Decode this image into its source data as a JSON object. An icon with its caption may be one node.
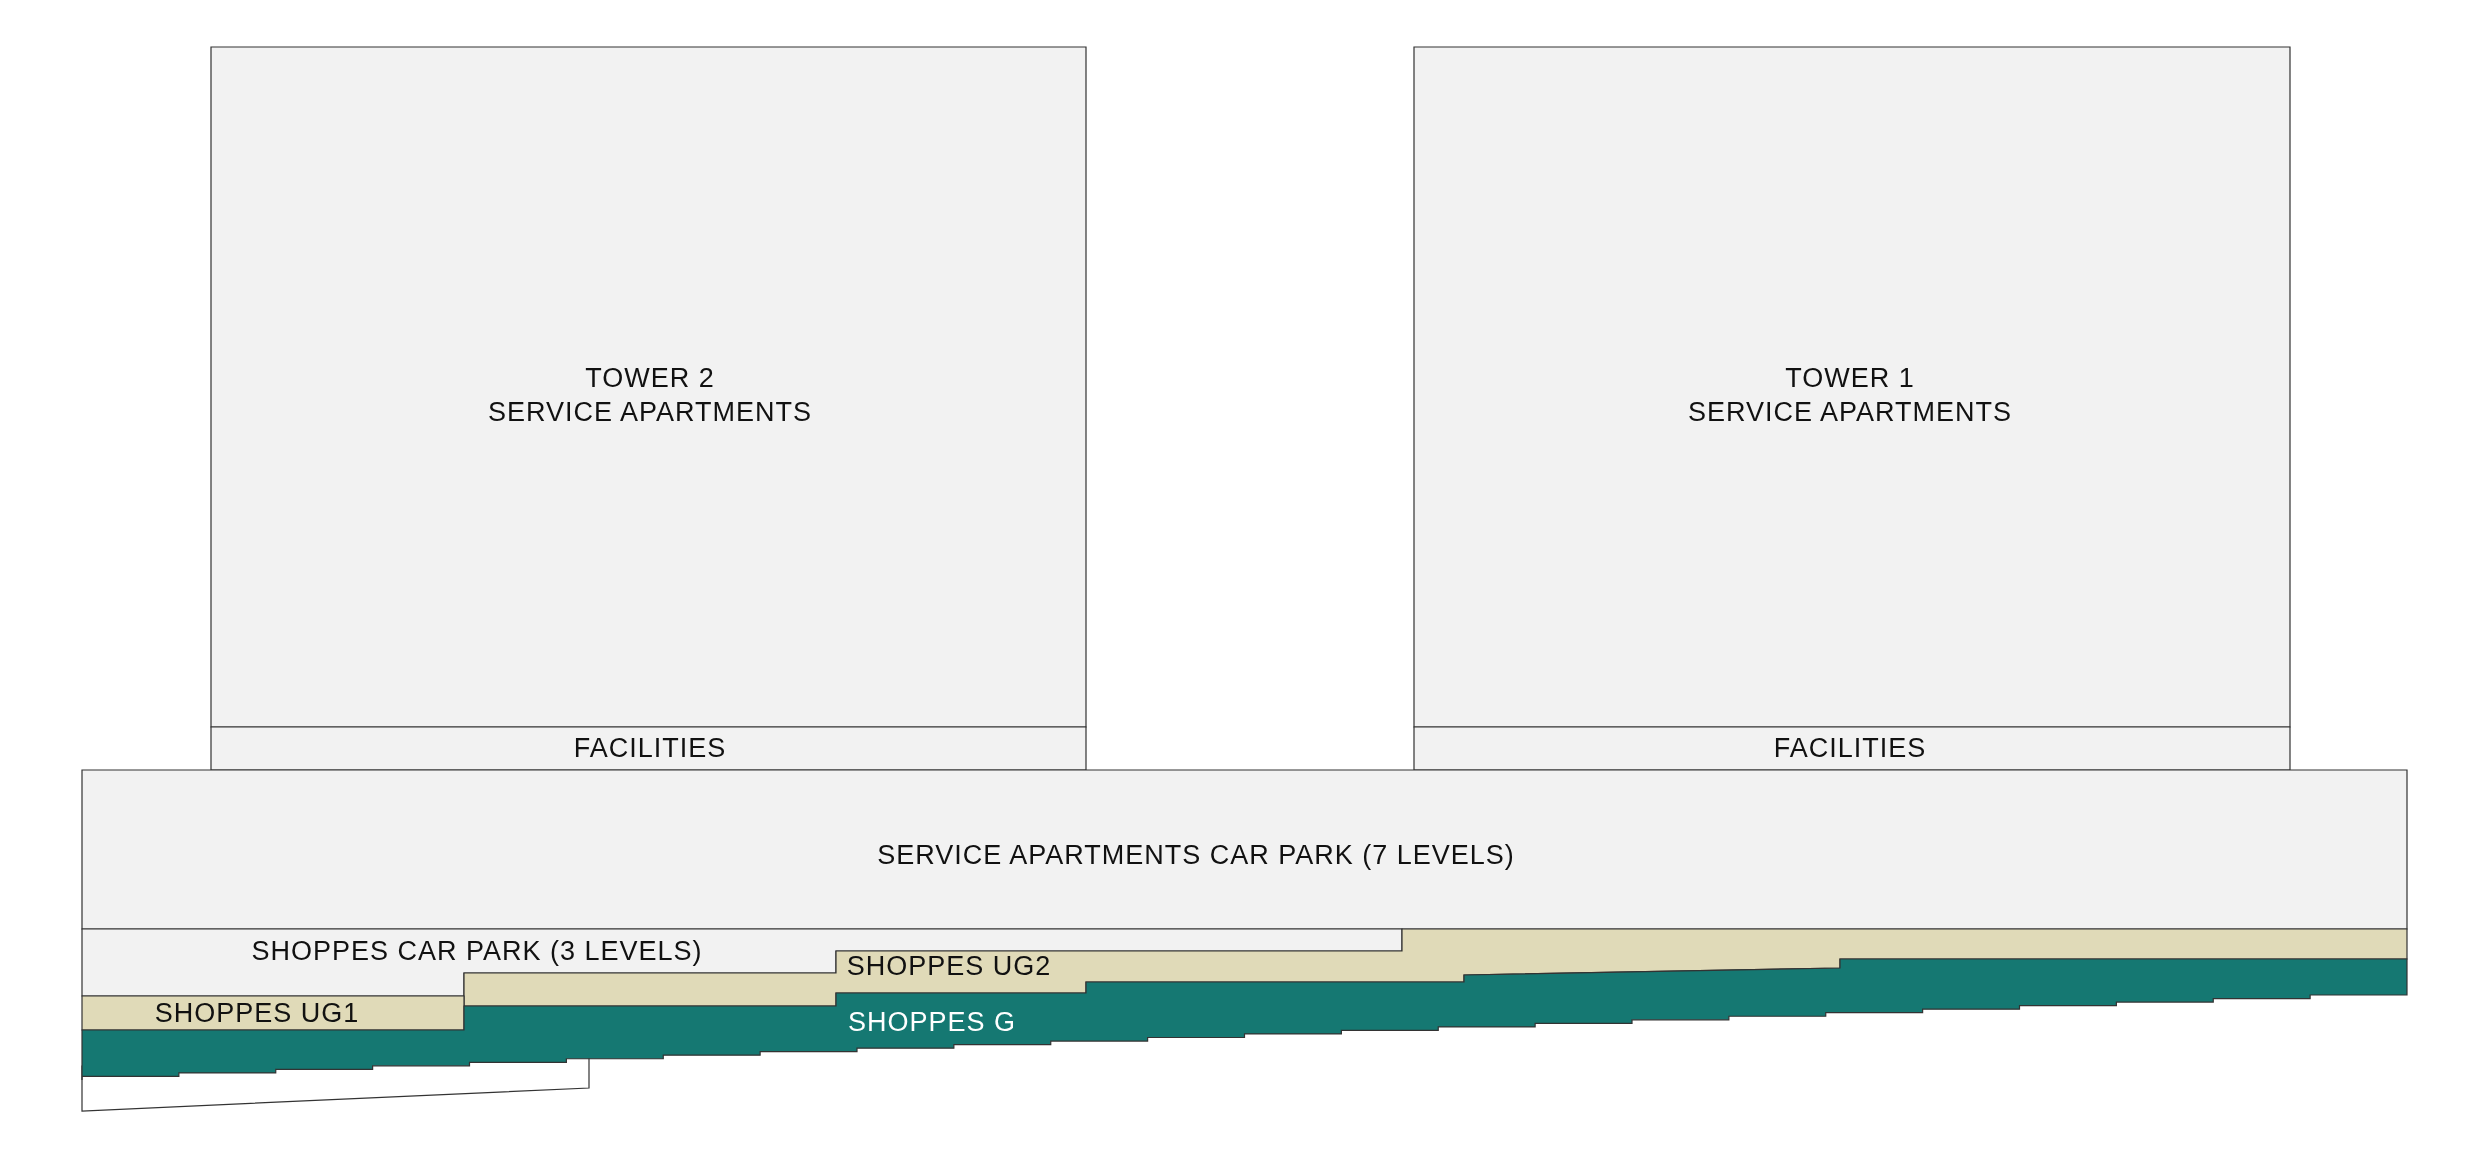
{
  "diagram": {
    "nodes": [
      {
        "text": [
          "TOWER 2",
          "SERVICE APARTMENTS"
        ]
      },
      {
        "text": [
          "FACILITIES"
        ]
      },
      {
        "text": [
          "TOWER 1",
          "SERVICE APARTMENTS"
        ]
      },
      {
        "text": [
          "FACILITIES"
        ]
      },
      {
        "text": [
          "SERVICE APARTMENTS CAR PARK (7 LEVELS)"
        ]
      },
      {
        "text": [
          "SHOPPES CAR PARK (3 LEVELS)"
        ]
      },
      {
        "text": [
          "SHOPPES UG2"
        ]
      },
      {
        "text": [
          "SHOPPES UG1"
        ]
      },
      {
        "text": [
          "SHOPPES G"
        ]
      },
      {
        "text": [],
        "shape": "box"
      }
    ]
  }
}
